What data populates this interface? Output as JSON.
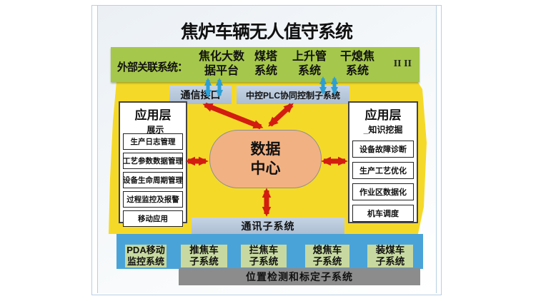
{
  "title": "焦炉车辆无人值守系统",
  "external_bar": {
    "label": "外部关联系统：",
    "systems": [
      {
        "line1": "焦化大数",
        "line2": "据平台"
      },
      {
        "line1": "煤塔",
        "line2": "系统"
      },
      {
        "line1": "上升管",
        "line2": "系统"
      },
      {
        "line1": "干熄焦",
        "line2": "系统"
      }
    ],
    "suffix": "II II"
  },
  "interface_row": {
    "comm": "通信接口",
    "plc": "中控PLC协同控制子系统"
  },
  "data_center": {
    "line1": "数据",
    "line2": "中心"
  },
  "left_panel": {
    "title": "应用层",
    "subtitle": "_展示",
    "items": [
      "生产日志管理",
      "工艺参数数据管理",
      "设备生命周期管理",
      "过程监控及报警",
      "移动应用"
    ]
  },
  "right_panel": {
    "title": "应用层",
    "subtitle": "_知识挖掘",
    "items": [
      "设备故障诊断",
      "生产工艺优化",
      "作业区数据化",
      "机车调度"
    ]
  },
  "comm_subsystem": "通讯子系统",
  "bottom_bar": {
    "vehicles": [
      {
        "line1": "PDA移动",
        "line2": "监控系统"
      },
      {
        "line1": "推焦车",
        "line2": "子系统"
      },
      {
        "line1": "拦焦车",
        "line2": "子系统"
      },
      {
        "line1": "熄焦车",
        "line2": "子系统"
      },
      {
        "line1": "装煤车",
        "line2": "子系统"
      }
    ],
    "position_bar": "位置检测和标定子系统"
  },
  "colors": {
    "green_bar": "#a5c74b",
    "yellow_area": "#f5d929",
    "light_blue_box": "#b7c9dc",
    "blue_bar": "#4aa3d8",
    "green_box": "#c7d9a0",
    "gray_bar": "#8c8c8c",
    "orange_blob": "#f2b183",
    "red_arrow": "#d21d10",
    "cyan_arrow": "#2d9fd4"
  }
}
